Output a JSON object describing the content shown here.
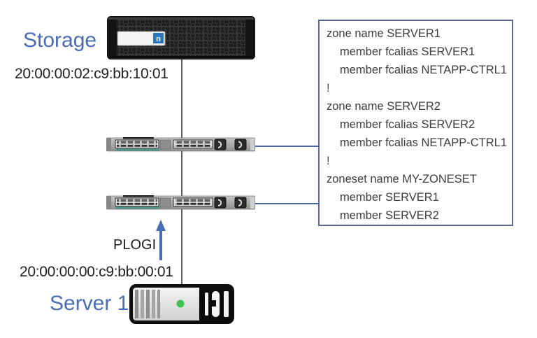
{
  "storage": {
    "label": "Storage",
    "wwn": "20:00:00:02:c9:bb:10:01"
  },
  "server": {
    "label": "Server 1",
    "wwn": "20:00:00:00:c9:bb:00:01"
  },
  "plogi": {
    "label": "PLOGI"
  },
  "zoning_config": {
    "lines": [
      {
        "text": "zone name SERVER1",
        "indent": 0
      },
      {
        "text": "member fcalias SERVER1",
        "indent": 1
      },
      {
        "text": "member fcalias NETAPP-CTRL1",
        "indent": 1
      },
      {
        "text": "!",
        "indent": 0
      },
      {
        "text": "zone name SERVER2",
        "indent": 0
      },
      {
        "text": "member fcalias SERVER2",
        "indent": 1
      },
      {
        "text": "member fcalias NETAPP-CTRL1",
        "indent": 1
      },
      {
        "text": "!",
        "indent": 0
      },
      {
        "text": "zoneset name MY-ZONESET",
        "indent": 0
      },
      {
        "text": "member SERVER1",
        "indent": 1
      },
      {
        "text": "member SERVER2",
        "indent": 1
      }
    ]
  },
  "icons": {
    "storage": "netapp-storage-array-icon",
    "switch_top": "fc-switch-icon",
    "switch_bottom": "fc-switch-icon",
    "server": "rack-server-icon",
    "plogi_arrow": "up-arrow-icon",
    "netapp_logo_glyph": "n"
  },
  "colors": {
    "label_blue": "#4a6cb3",
    "connector_blue": "#4f67a3",
    "box_border_blue": "#5a6b99",
    "connector_gray": "#5e5e5e",
    "text_dark": "#3d3d3d",
    "status_green": "#3fc353",
    "switch_teal": "#4e9488",
    "netapp_logo_blue": "#2776bf"
  }
}
